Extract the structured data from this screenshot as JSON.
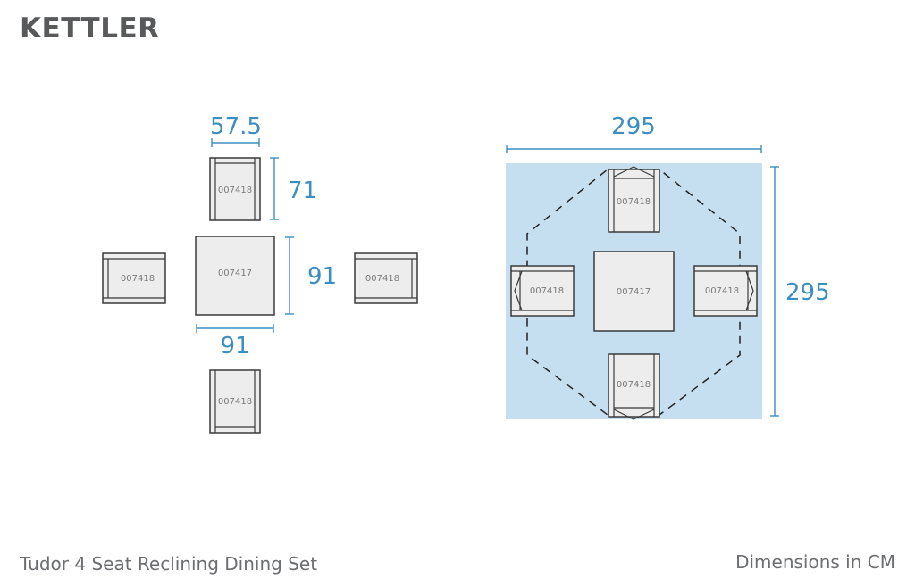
{
  "brand": {
    "name": "KETTLER"
  },
  "product_title": "Tudor 4 Seat Reclining Dining Set",
  "units_note": "Dimensions in CM",
  "colors": {
    "dimension": "#3b8ec2",
    "furniture_fill": "#ededed",
    "outline": "#3a3a3a",
    "footprint": "#c5dff0",
    "text_grey": "#6d6e71"
  },
  "plan": {
    "chair_width": "57.5",
    "chair_depth": "71",
    "table_depth": "91",
    "table_width": "91",
    "chair_code": "007418",
    "table_code": "007417"
  },
  "footprint": {
    "width": "295",
    "depth": "295",
    "chair_code": "007418",
    "table_code": "007417"
  }
}
